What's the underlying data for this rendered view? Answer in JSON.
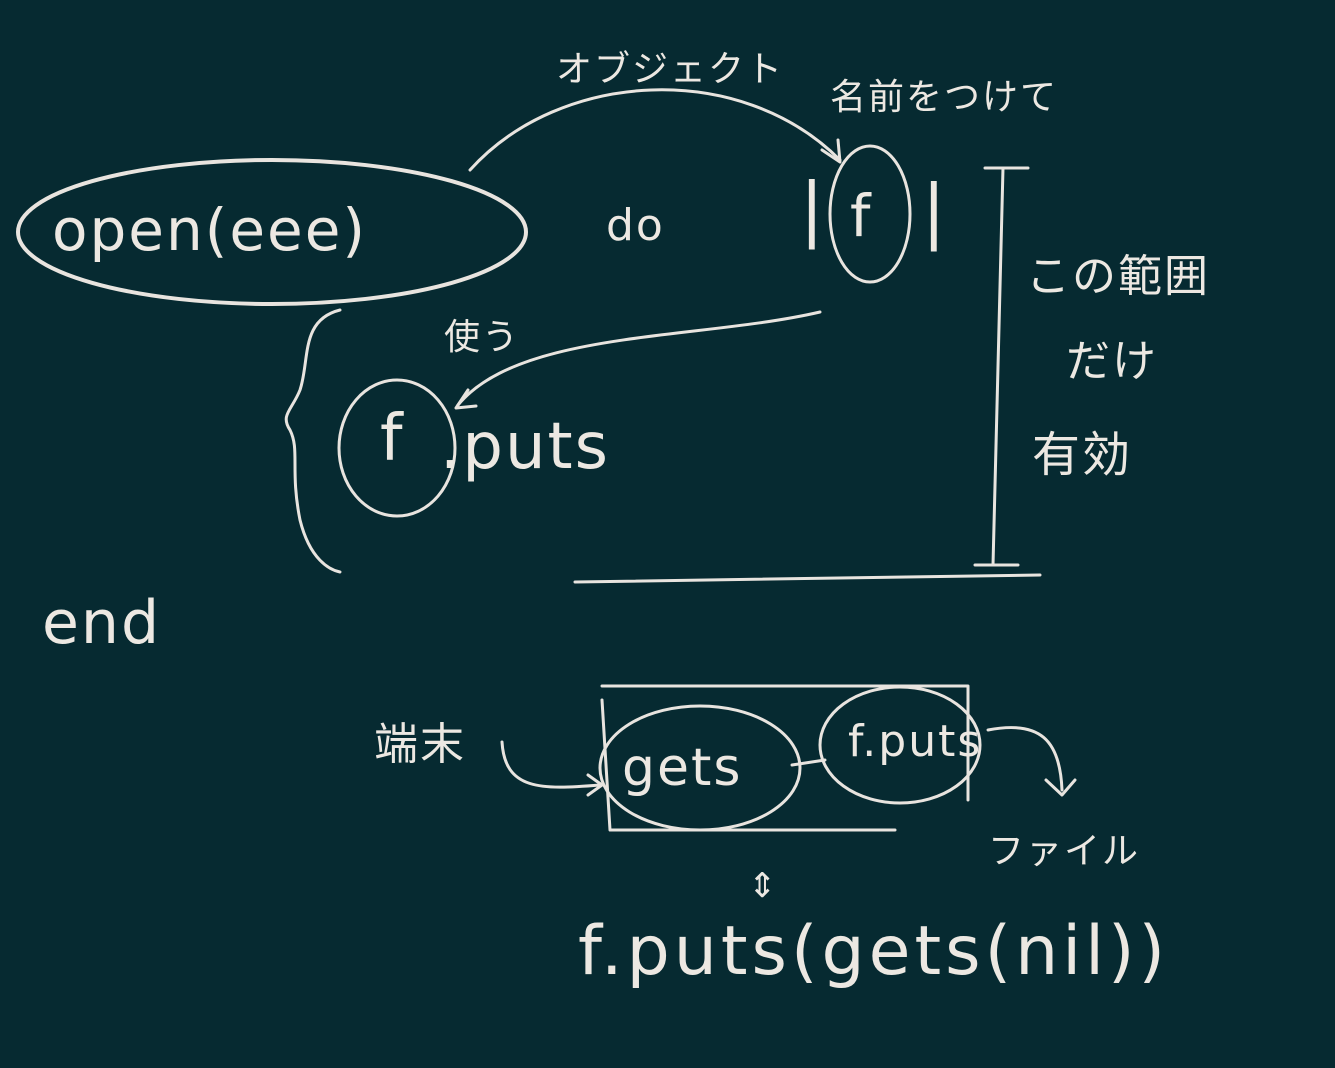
{
  "board": {
    "code_open": "open(eee)",
    "code_do": "do",
    "block_var": "f",
    "pipe_left": "|",
    "pipe_right": "|",
    "label_object": "オブジェクト",
    "label_name": "名前をつけて",
    "label_use": "使う",
    "label_scope_1": "この範囲",
    "label_scope_2": "だけ",
    "label_scope_3": "有効",
    "code_f": "f",
    "code_puts": ".puts",
    "code_end": "end",
    "label_terminal": "端末",
    "code_gets": "gets",
    "code_fputs": "f.puts",
    "label_file": "ファイル",
    "equiv_symbol": "⇕",
    "code_combined": "f.puts(gets(nil))"
  },
  "colors": {
    "board": "#062a31",
    "chalk": "#e8e4df"
  }
}
